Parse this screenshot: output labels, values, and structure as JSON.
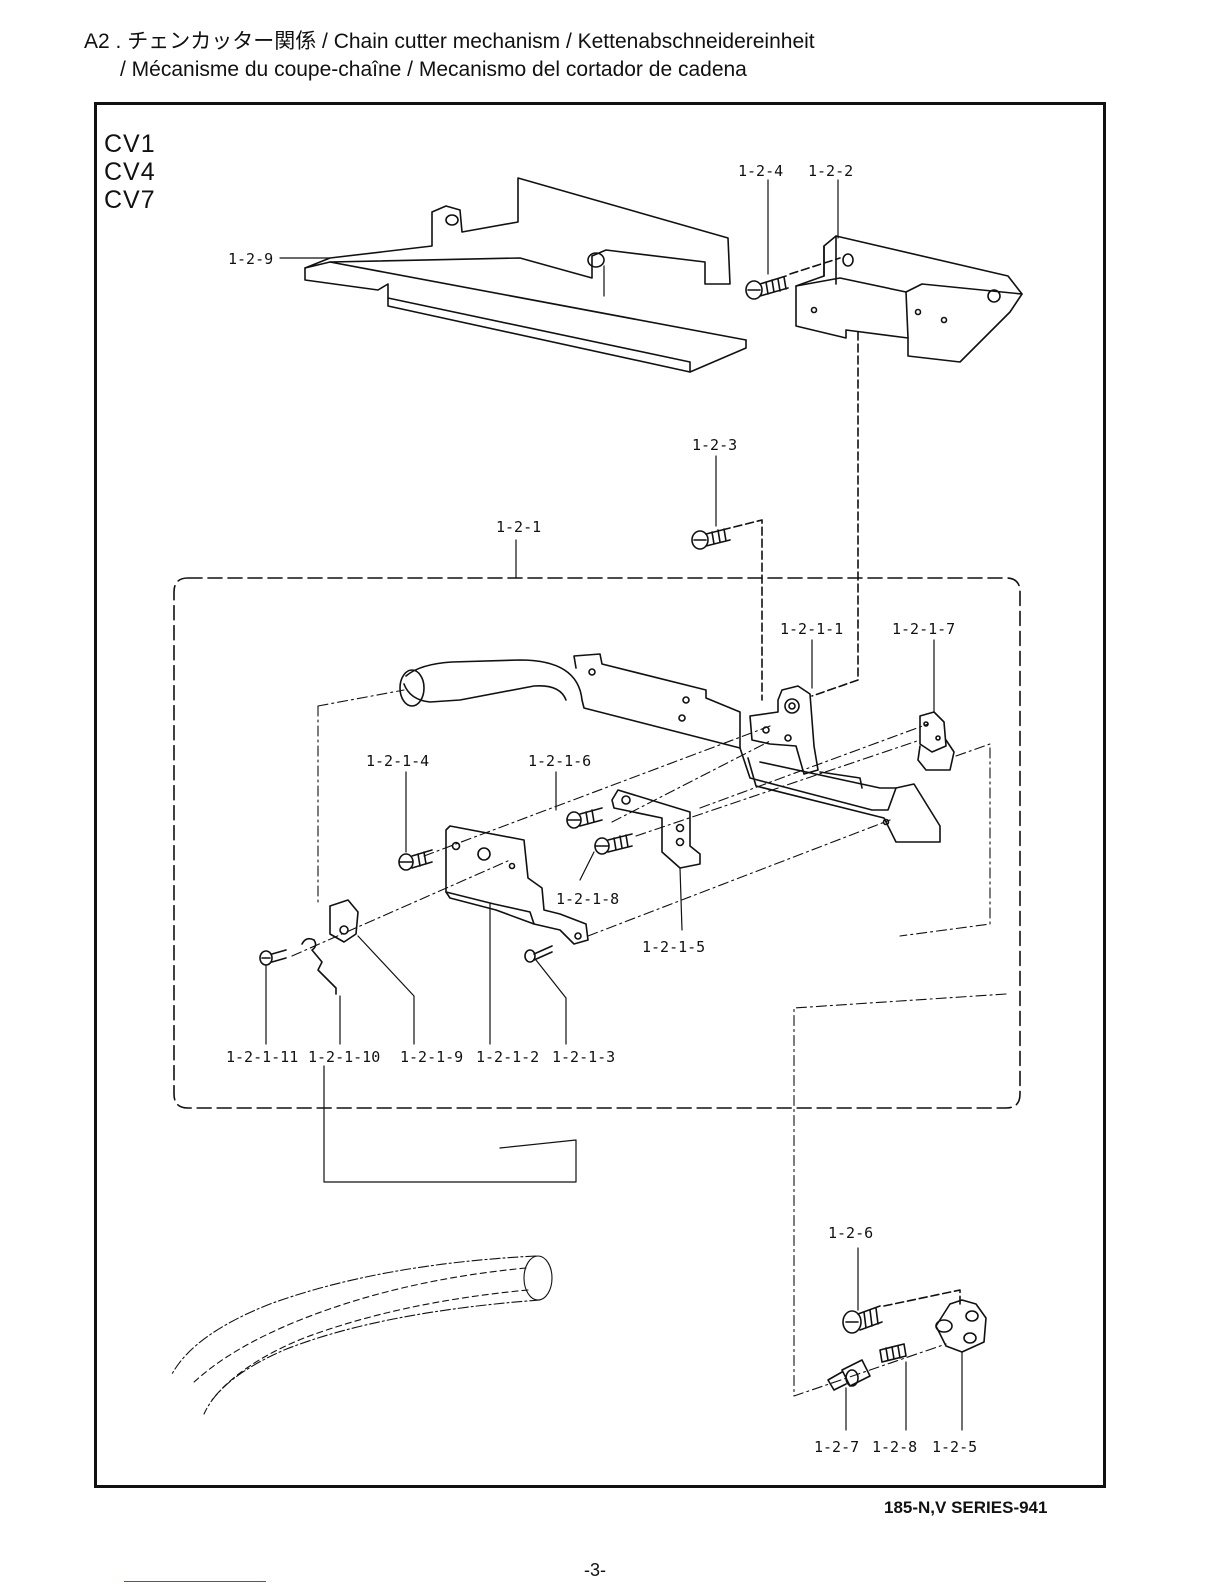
{
  "header": {
    "title_line1": "A2 . チェンカッター関係 / Chain cutter mechanism / Kettenabschneidereinheit",
    "title_line2": "/ Mécanisme du coupe-chaîne / Mecanismo del cortador de cadena"
  },
  "models": [
    "CV1",
    "CV4",
    "CV7"
  ],
  "part_labels": {
    "p1_2_4": "1-2-4",
    "p1_2_2": "1-2-2",
    "p1_2_9": "1-2-9",
    "p1_2_3": "1-2-3",
    "p1_2_1": "1-2-1",
    "p1_2_1_1": "1-2-1-1",
    "p1_2_1_7": "1-2-1-7",
    "p1_2_1_4": "1-2-1-4",
    "p1_2_1_6": "1-2-1-6",
    "p1_2_1_8": "1-2-1-8",
    "p1_2_1_5": "1-2-1-5",
    "p1_2_1_11": "1-2-1-11",
    "p1_2_1_10": "1-2-1-10",
    "p1_2_1_9": "1-2-1-9",
    "p1_2_1_2": "1-2-1-2",
    "p1_2_1_3": "1-2-1-3",
    "p1_2_6": "1-2-6",
    "p1_2_7": "1-2-7",
    "p1_2_8": "1-2-8",
    "p1_2_5": "1-2-5"
  },
  "footer": {
    "series": "185-N,V SERIES-941",
    "page": "-3-"
  }
}
